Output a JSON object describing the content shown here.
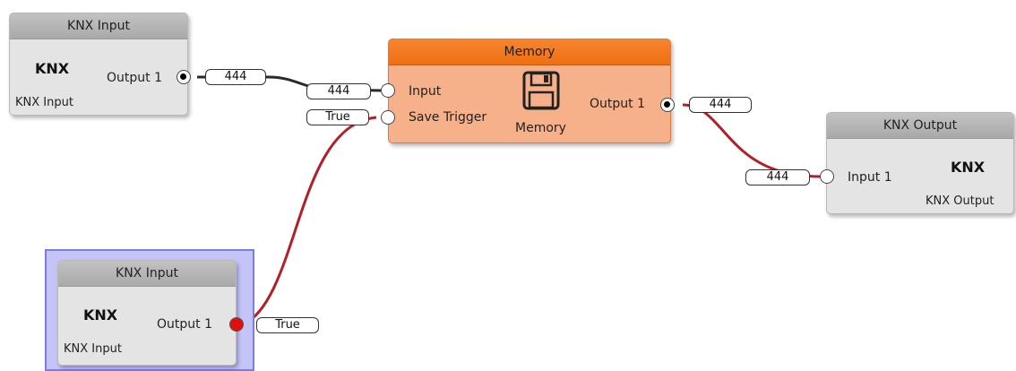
{
  "nodes": {
    "knx_input_top": {
      "header": "KNX Input",
      "type_label": "KNX",
      "sub_label": "KNX Input",
      "output_label": "Output 1",
      "output_value": "444"
    },
    "memory": {
      "header": "Memory",
      "input_label": "Input",
      "save_trigger_label": "Save Trigger",
      "icon_caption": "Memory",
      "output_label": "Output 1",
      "input_value": "444",
      "save_trigger_value": "True",
      "output_value": "444"
    },
    "knx_output": {
      "header": "KNX Output",
      "type_label": "KNX",
      "sub_label": "KNX Output",
      "input_label": "Input 1",
      "input_value": "444"
    },
    "knx_input_bottom": {
      "header": "KNX Input",
      "type_label": "KNX",
      "sub_label": "KNX Input",
      "output_label": "Output 1",
      "output_value": "True"
    }
  },
  "colors": {
    "wire_active": "#b41e28",
    "wire_default": "#222222",
    "memory_header": "#f07a1e",
    "memory_body": "#f7b18a",
    "selection": "#7b7bea"
  },
  "icons": {
    "memory_icon": "floppy-disk-icon"
  }
}
